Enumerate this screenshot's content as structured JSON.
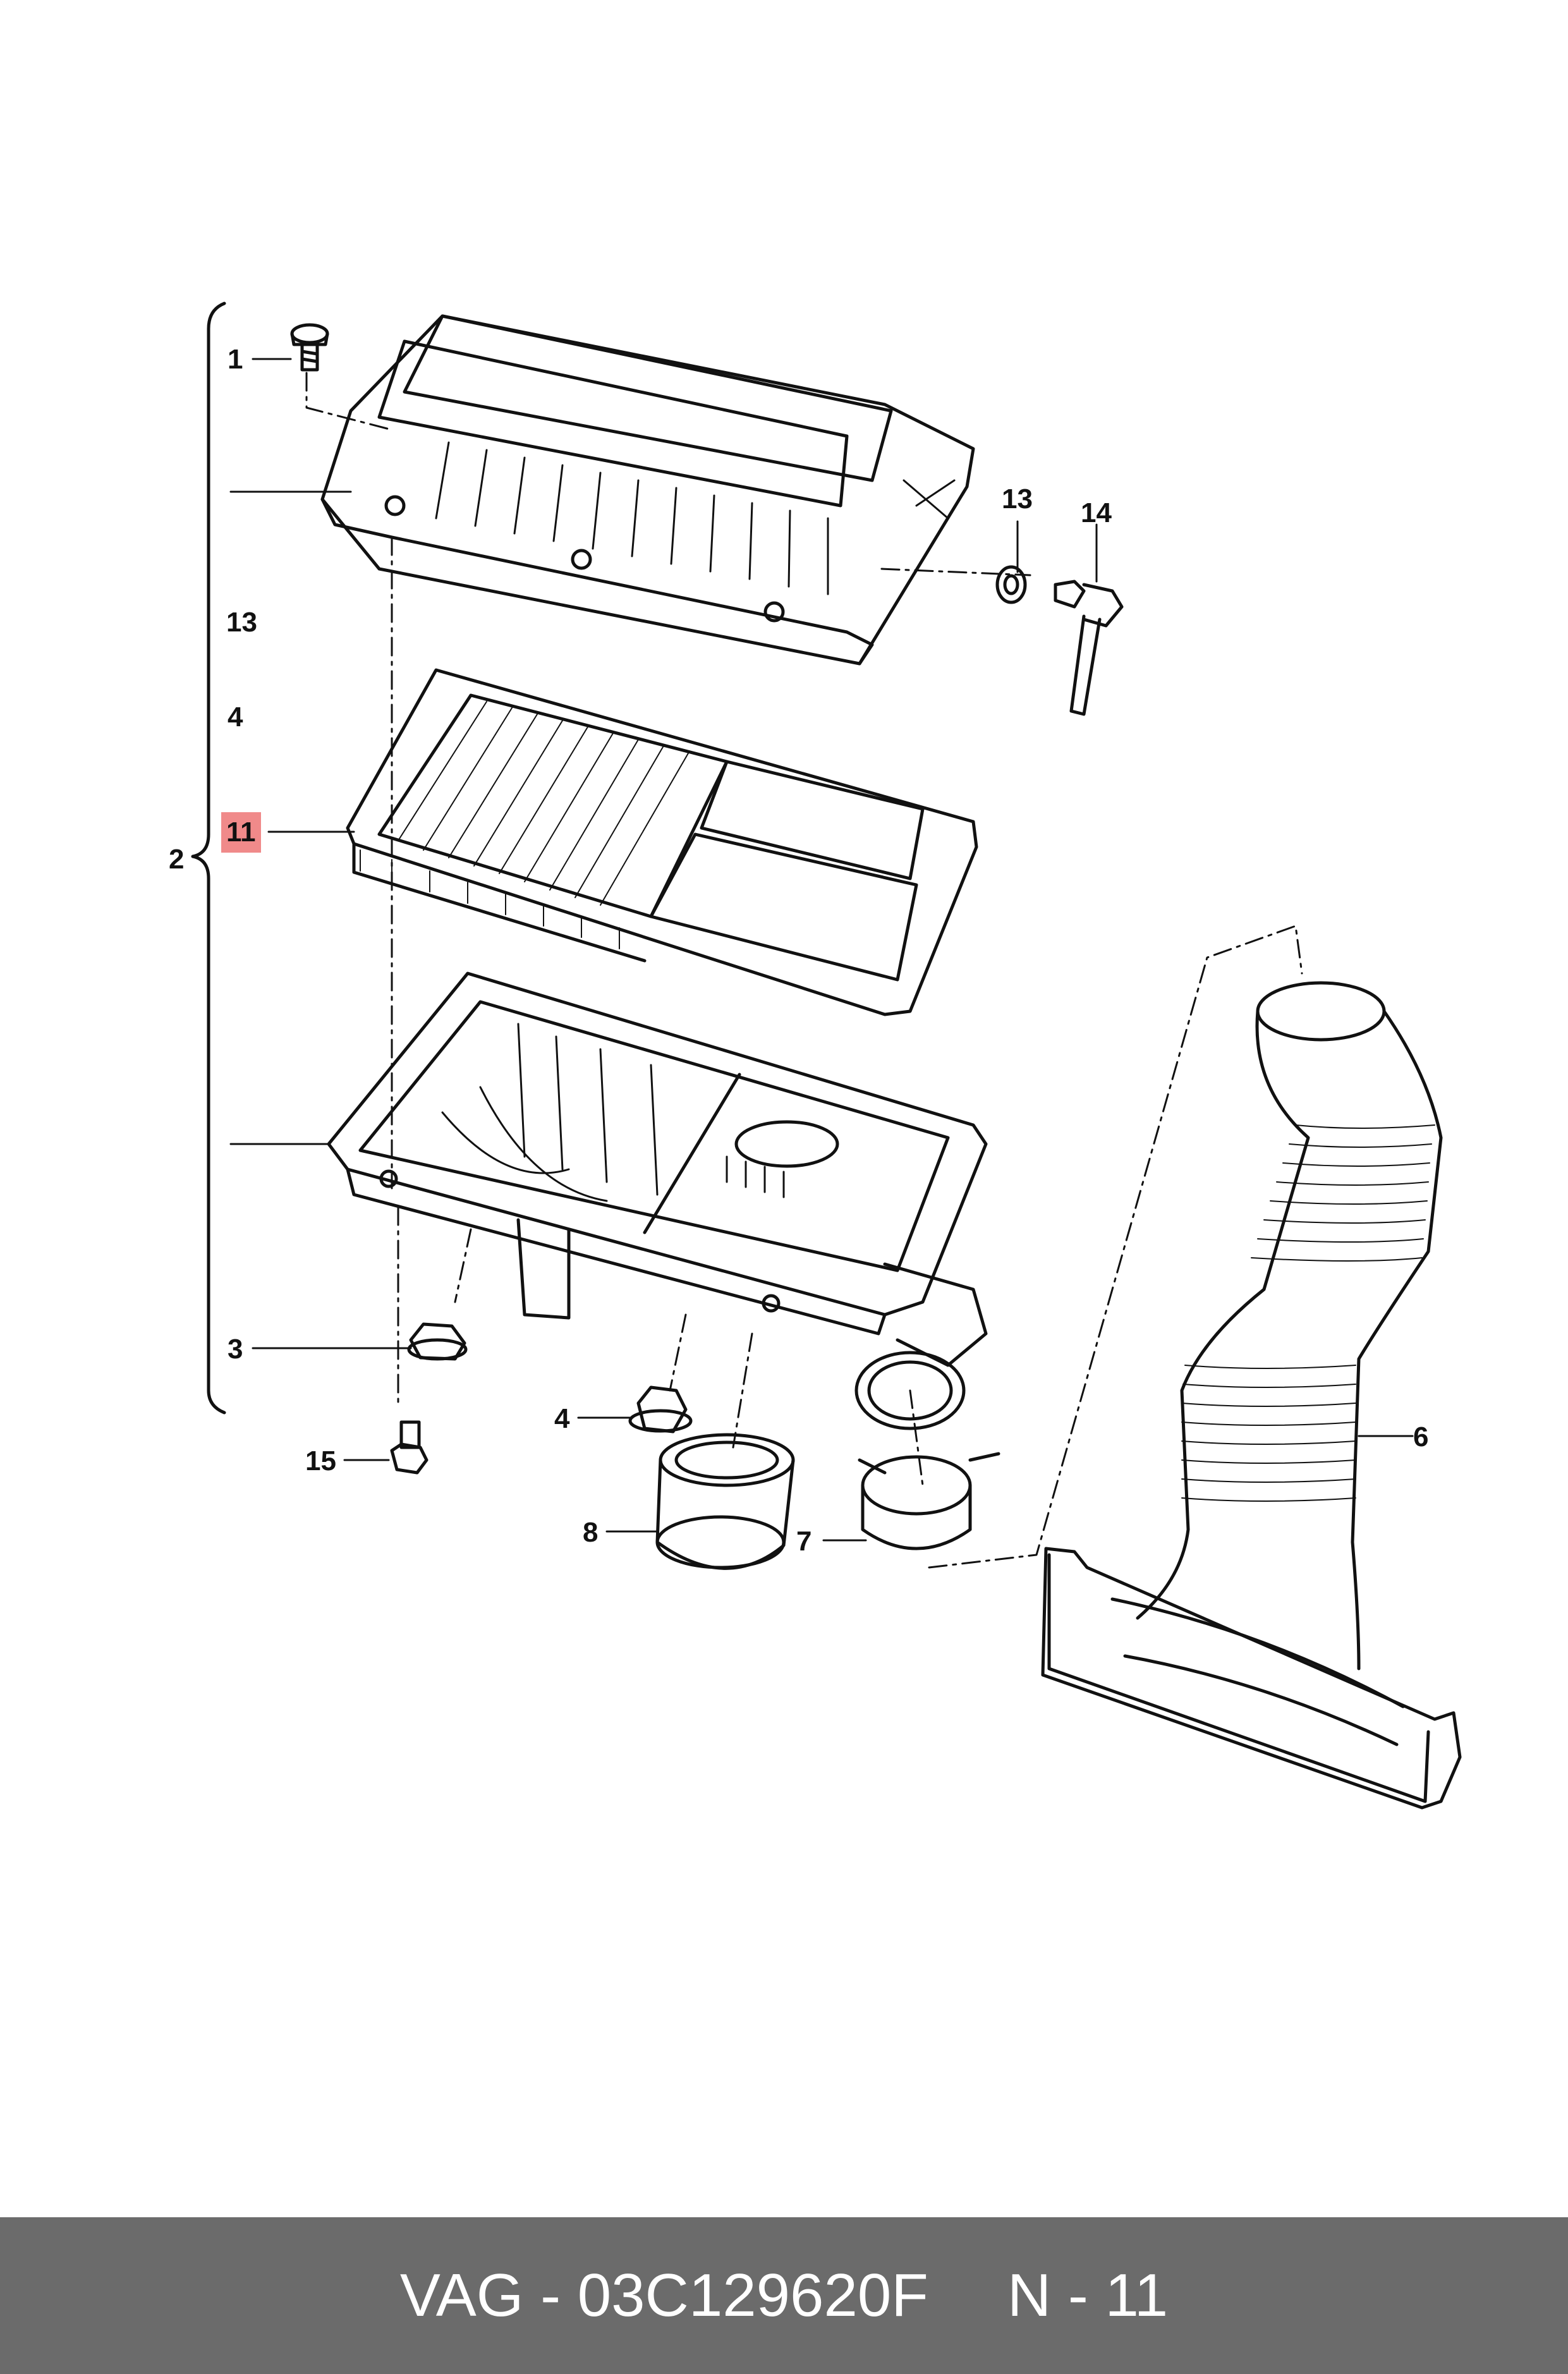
{
  "callouts": {
    "c1": "1",
    "c13_top": "13",
    "c14": "14",
    "c13_side": "13",
    "c4_side": "4",
    "c11": "11",
    "c2": "2",
    "c3": "3",
    "c15": "15",
    "c4": "4",
    "c8": "8",
    "c7": "7",
    "c6": "6"
  },
  "highlight_color": "#f08a8a",
  "footer": {
    "part_code": "VAG - 03C129620F",
    "ref": "N - 11",
    "background": "#6b6b6b"
  }
}
